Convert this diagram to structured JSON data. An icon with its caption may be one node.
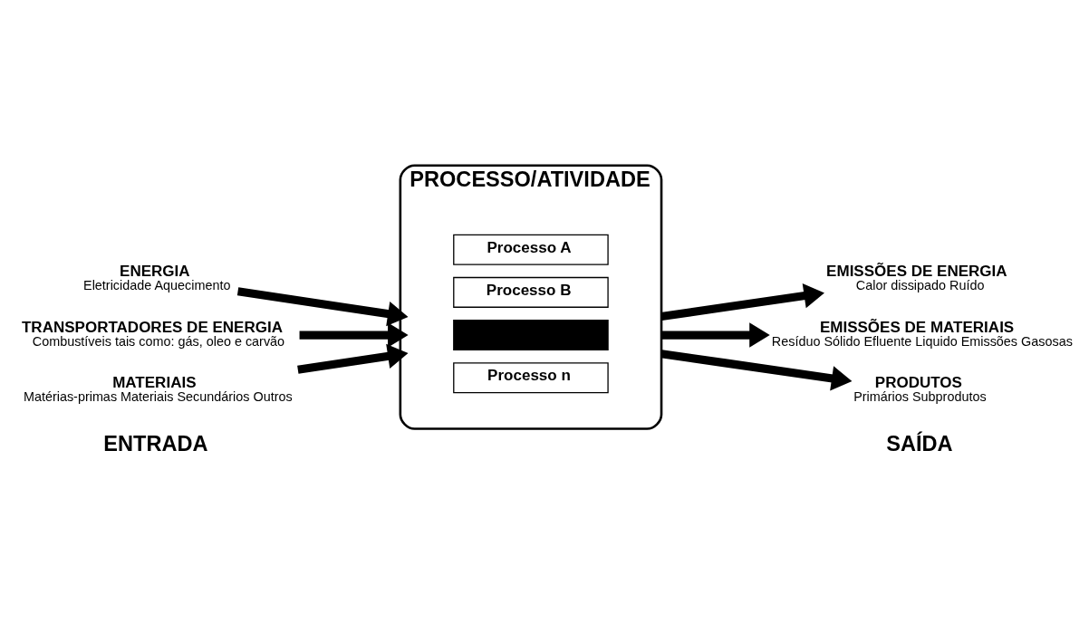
{
  "diagram": {
    "nodes": [
      {
        "text": [
          "MATERIAIS",
          "Matérias-primas Materiais Secundários Outros"
        ]
      },
      {
        "text": [
          "TRANSPORTADORES DE ENERGIA",
          "Combustíveis tais como: gás, oleo e carvão"
        ]
      },
      {
        "text": [
          "ENERGIA",
          "Eletricidade Aquecimento"
        ]
      },
      {
        "text": [
          "PROCESSO/ATIVIDADE"
        ]
      },
      {
        "text": [
          "Processo A"
        ],
        "in": 3
      },
      {
        "text": [
          "Processo B"
        ],
        "in": 3
      },
      {
        "text": [],
        "shape": "box",
        "in": 3
      },
      {
        "text": [
          "Processo n"
        ],
        "in": 3
      },
      {
        "text": [
          "PRODUTOS",
          "Primários Subprodutos"
        ]
      },
      {
        "text": [
          "EMISSÕES DE MATERIAIS",
          "Resíduo Sólido Efluente Liquido Emissões Gasosas"
        ]
      },
      {
        "text": [
          "EMISSÕES DE ENERGIA",
          "Calor dissipado Ruído"
        ]
      }
    ],
    "edges": [
      {
        "from": 0,
        "to": 3,
        "arrow": "to"
      },
      {
        "from": 1,
        "to": 3,
        "arrow": "to"
      },
      {
        "from": 2,
        "to": 3,
        "arrow": "to"
      },
      {
        "from": 3,
        "to": 8,
        "arrow": "to"
      },
      {
        "from": 3,
        "to": 9,
        "arrow": "to"
      },
      {
        "from": 3,
        "to": 10,
        "arrow": "to"
      }
    ],
    "labels": [
      "ENTRADA",
      "SAÍDA"
    ]
  }
}
